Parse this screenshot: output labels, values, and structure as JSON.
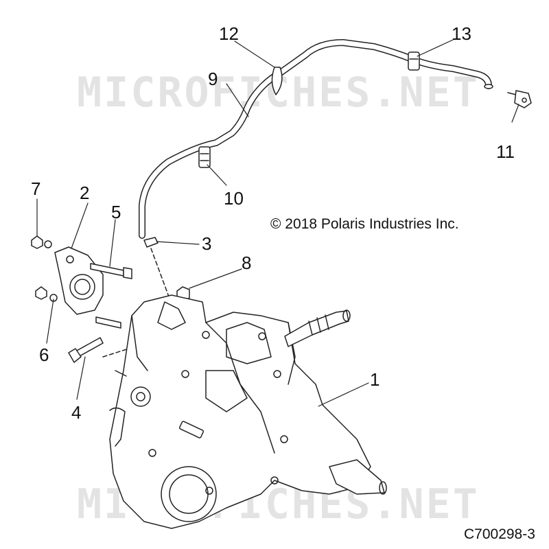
{
  "callouts": [
    "1",
    "2",
    "3",
    "4",
    "5",
    "6",
    "7",
    "8",
    "9",
    "10",
    "11",
    "12",
    "13"
  ],
  "copyright": "© 2018 Polaris Industries Inc.",
  "figure_code": "C700298-3",
  "watermark": "MICROFICHES.NET"
}
